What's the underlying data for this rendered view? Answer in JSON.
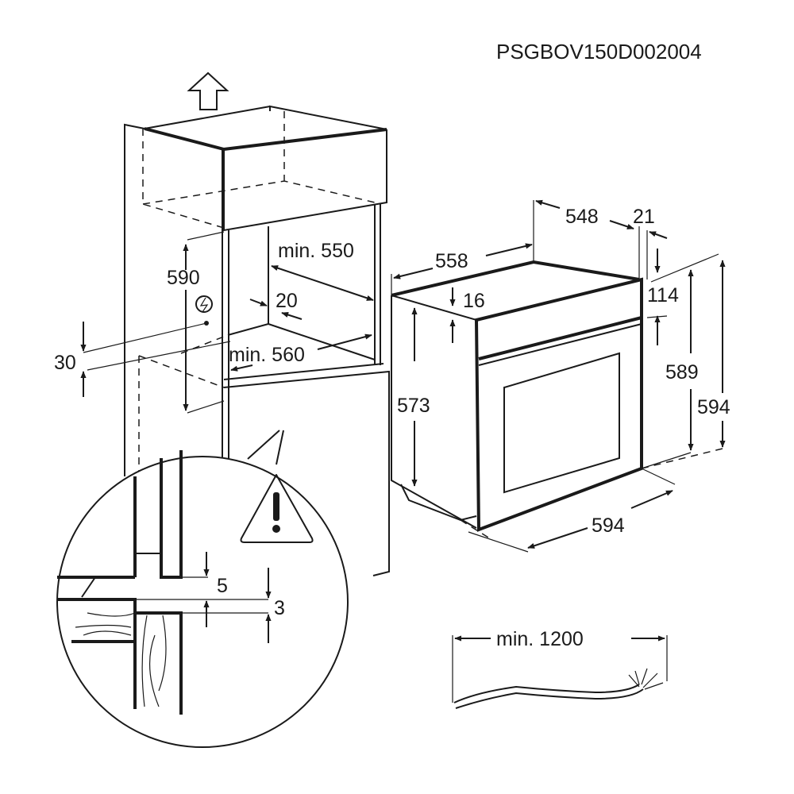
{
  "document_code": "PSGBOV150D002004",
  "cabinet": {
    "min_depth": "min. 550",
    "niche_height": "590",
    "rear_gap": "20",
    "min_width": "min. 560",
    "socket_offset": "30"
  },
  "oven": {
    "top_depth": "548",
    "front_thickness": "21",
    "body_depth": "558",
    "top_offset": "16",
    "panel_height": "114",
    "body_height": "573",
    "front_height_inner": "589",
    "front_height": "594",
    "front_width": "594"
  },
  "detail": {
    "gap_a": "5",
    "gap_b": "3"
  },
  "cable": {
    "min_length": "min. 1200"
  }
}
